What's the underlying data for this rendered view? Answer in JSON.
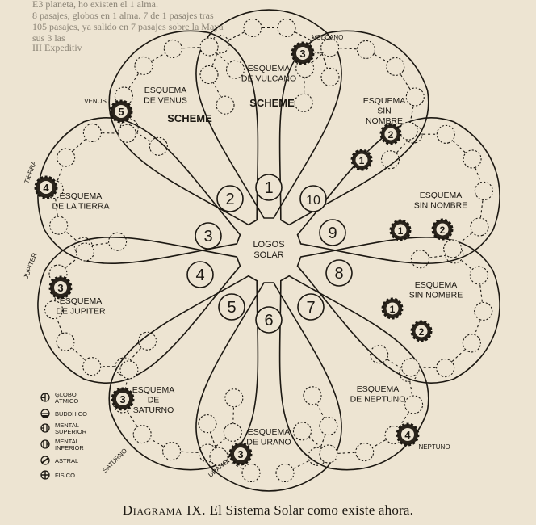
{
  "top_text": [
    "E3 planeta, ho existen el 1 alma.",
    "8 pasajes, globos en 1 alma.   7 de 1 pasajes tras",
    "105 pasajes, ya salido en    7 pasajes sobre la Maya",
    "sus 3 las",
    "III Expeditiv"
  ],
  "center_label": "LOGOS\nSOLAR",
  "schemes": [
    {
      "number": "1",
      "title": "ESQUEMA\nDE VULCANO",
      "subtitle": "SCHEME",
      "planet": "VULCANO",
      "planet_number": "3"
    },
    {
      "number": "2",
      "title": "ESQUEMA\nDE VENUS",
      "subtitle": "SCHEME",
      "planet": "VENUS",
      "planet_number": "5"
    },
    {
      "number": "3",
      "title": "ESQUEMA\nDE LA TIERRA",
      "subtitle": "",
      "planet": "TIERRA",
      "planet_number": "4"
    },
    {
      "number": "4",
      "title": "ESQUEMA\nDE JUPITER",
      "subtitle": "",
      "planet": "JUPITER",
      "planet_number": "3"
    },
    {
      "number": "5",
      "title": "ESQUEMA\nDE\nSATURNO",
      "subtitle": "",
      "planet": "SATURNO",
      "planet_number": "3"
    },
    {
      "number": "6",
      "title": "ESQUEMA\nDE URANO",
      "subtitle": "",
      "planet": "URANO",
      "planet_number": "3"
    },
    {
      "number": "7",
      "title": "ESQUEMA\nDE NEPTUNO",
      "subtitle": "",
      "planet": "NEPTUNO",
      "planet_number": "4"
    },
    {
      "number": "8",
      "title": "ESQUEMA\nSIN NOMBRE",
      "subtitle": "",
      "planet": "",
      "planet_number": "",
      "extra_globes": [
        "1",
        "2"
      ]
    },
    {
      "number": "9",
      "title": "ESQUEMA\nSIN NOMBRE",
      "subtitle": "",
      "planet": "",
      "planet_number": "",
      "extra_globes": [
        "1",
        "2"
      ]
    },
    {
      "number": "10",
      "title": "ESQUEMA\nSIN\nNOMBRE",
      "subtitle": "",
      "planet": "",
      "planet_number": "",
      "extra_globes": [
        "1",
        "2"
      ]
    }
  ],
  "legend": [
    {
      "label": "GLOBO\nÁTMICO",
      "icon": "atmic-globe-icon"
    },
    {
      "label": "BUDDHICO",
      "icon": "buddhic-globe-icon"
    },
    {
      "label": "MENTAL\nSUPERIOR",
      "icon": "higher-mental-globe-icon"
    },
    {
      "label": "MENTAL\nINFERIOR",
      "icon": "lower-mental-globe-icon"
    },
    {
      "label": "ASTRAL",
      "icon": "astral-globe-icon"
    },
    {
      "label": "FISICO",
      "icon": "physical-globe-icon"
    }
  ],
  "caption_lead": "Diagrama IX.",
  "caption_rest": "El Sistema Solar como existe ahora.",
  "colors": {
    "paper": "#ede4d2",
    "ink": "#1c1812"
  }
}
